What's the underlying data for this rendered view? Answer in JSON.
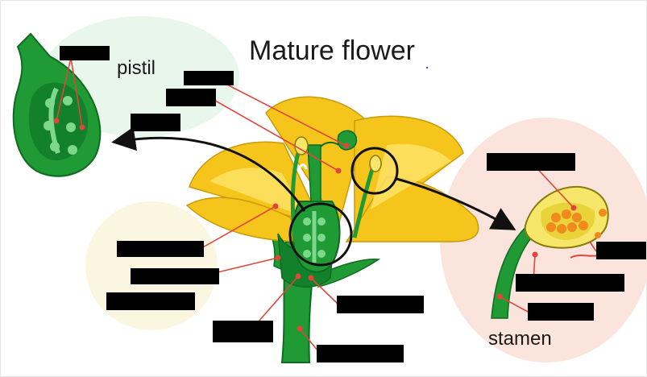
{
  "title": "Mature flower",
  "labels": {
    "pistil": "pistil",
    "stamen": "stamen"
  },
  "colors": {
    "leaf_green": "#1f9a35",
    "dark_green": "#0f7a25",
    "petal_yellow": "#f6c51b",
    "petal_light": "#ffe36a",
    "pistil_bubble": "#e8f6ec",
    "stamen_bubble": "#fbe4dc",
    "sepal_bubble": "#fbf6e0",
    "pointer_red": "#e0463c",
    "pollen_orange": "#f08a1c",
    "redaction": "#000000"
  }
}
